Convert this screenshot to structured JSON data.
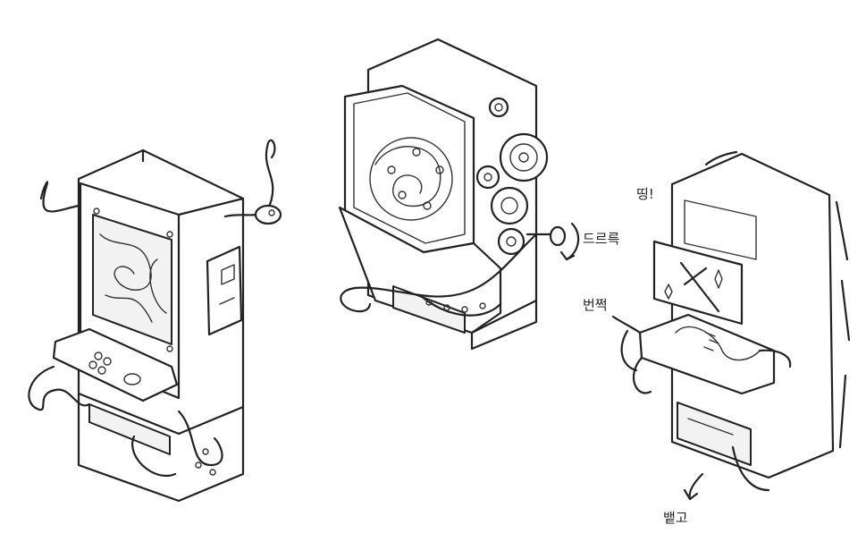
{
  "annotations": {
    "spin_label": "드르륵",
    "glance_label": "띵!",
    "flicker_label": "번쩍",
    "spit_label": "뱉고"
  },
  "colors": {
    "ink": "#222222",
    "paper": "#ffffff"
  }
}
